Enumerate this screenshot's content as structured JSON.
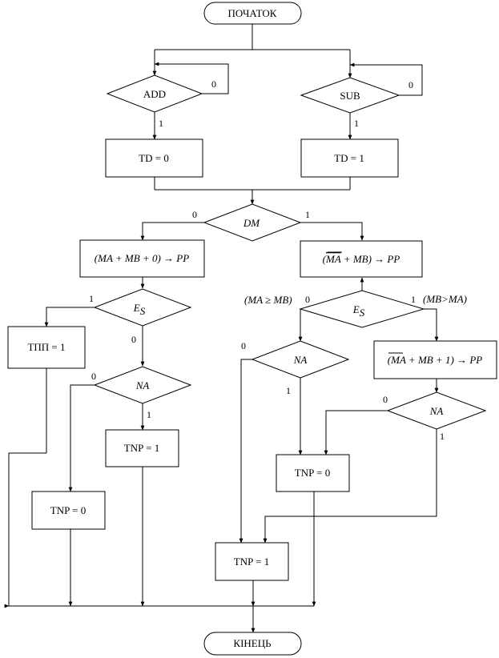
{
  "terminals": {
    "start": "ПОЧАТОК",
    "end": "КІНЕЦЬ"
  },
  "decisions": {
    "add": "ADD",
    "sub": "SUB",
    "dm": "DM",
    "es_left": "E",
    "es_left_sub": "S",
    "es_right": "E",
    "es_right_sub": "S",
    "na_left": "NA",
    "na_mid": "NA",
    "na_right": "NA"
  },
  "processes": {
    "td0": "TD = 0",
    "td1": "TD = 1",
    "sum_left": "(MA + MB + 0) → PP",
    "sum_right_pre": "(",
    "sum_right_ma": "MA",
    "sum_right_post": " + MB) → PP",
    "sum_right2_pre": "(",
    "sum_right2_ma": "MA",
    "sum_right2_post": " + MB + 1) → PP",
    "tpp1": "ТПП = 1",
    "tnp1_left": "TNP = 1",
    "tnp0_left": "TNP = 0",
    "tnp0_right": "TNP = 0",
    "tnp1_bottom": "TNP = 1"
  },
  "labels": {
    "add_0": "0",
    "add_1": "1",
    "sub_0": "0",
    "sub_1": "1",
    "dm_0": "0",
    "dm_1": "1",
    "esl_1": "1",
    "esl_0": "0",
    "nal_0": "0",
    "nal_1": "1",
    "esr_0": "0",
    "esr_1": "1",
    "esr_left_cond": "(MA ≥ MB)",
    "esr_right_cond": "(MB>MA)",
    "nam_0": "0",
    "nam_1": "1",
    "nar_0": "0",
    "nar_1": "1"
  }
}
